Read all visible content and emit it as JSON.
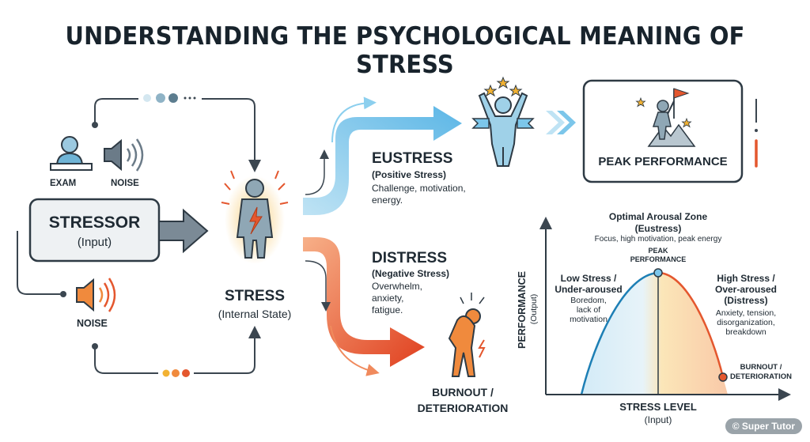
{
  "title": "UNDERSTANDING THE PSYCHOLOGICAL MEANING OF STRESS",
  "stressor": {
    "exam_label": "EXAM",
    "noise_top_label": "NOISE",
    "box_title": "STRESSOR",
    "box_sub": "(Input)",
    "noise_bottom_label": "NOISE"
  },
  "stress": {
    "title": "STRESS",
    "sub": "(Internal State)"
  },
  "eustress": {
    "title": "EUSTRESS",
    "sub": "(Positive Stress)",
    "desc_line1": "Challenge, motivation,",
    "desc_line2": "energy."
  },
  "distress": {
    "title": "DISTRESS",
    "sub": "(Negative Stress)",
    "desc_line1": "Overwhelm,",
    "desc_line2": "anxiety,",
    "desc_line3": "fatigue."
  },
  "peak_box": {
    "label": "PEAK PERFORMANCE"
  },
  "burnout": {
    "line1": "BURNOUT /",
    "line2": "DETERIORATION"
  },
  "curve": {
    "zone_title": "Optimal Arousal Zone",
    "zone_sub": "(Eustress)",
    "zone_desc": "Focus, high motivation, peak energy",
    "peak_line1": "PEAK",
    "peak_line2": "PERFORMANCE",
    "low_title1": "Low Stress /",
    "low_title2": "Under-aroused",
    "low_desc1": "Boredom,",
    "low_desc2": "lack of",
    "low_desc3": "motivation",
    "high_title1": "High Stress /",
    "high_title2": "Over-aroused",
    "high_title3": "(Distress)",
    "high_desc1": "Anxiety, tension,",
    "high_desc2": "disorganization,",
    "high_desc3": "breakdown",
    "burnout_line1": "BURNOUT /",
    "burnout_line2": "DETERIORATION",
    "y_label": "PERFORMANCE",
    "y_sub": "(Output)",
    "x_label": "STRESS LEVEL",
    "x_sub": "(Input)"
  },
  "watermark": "© Super Tutor",
  "colors": {
    "dark": "#3b4650",
    "blue": "#7cc6ea",
    "blue_light": "#d6eef9",
    "orange": "#e4572e",
    "orange_light": "#f7a574",
    "gold": "#f2b233",
    "box_fill": "#eef1f3"
  }
}
